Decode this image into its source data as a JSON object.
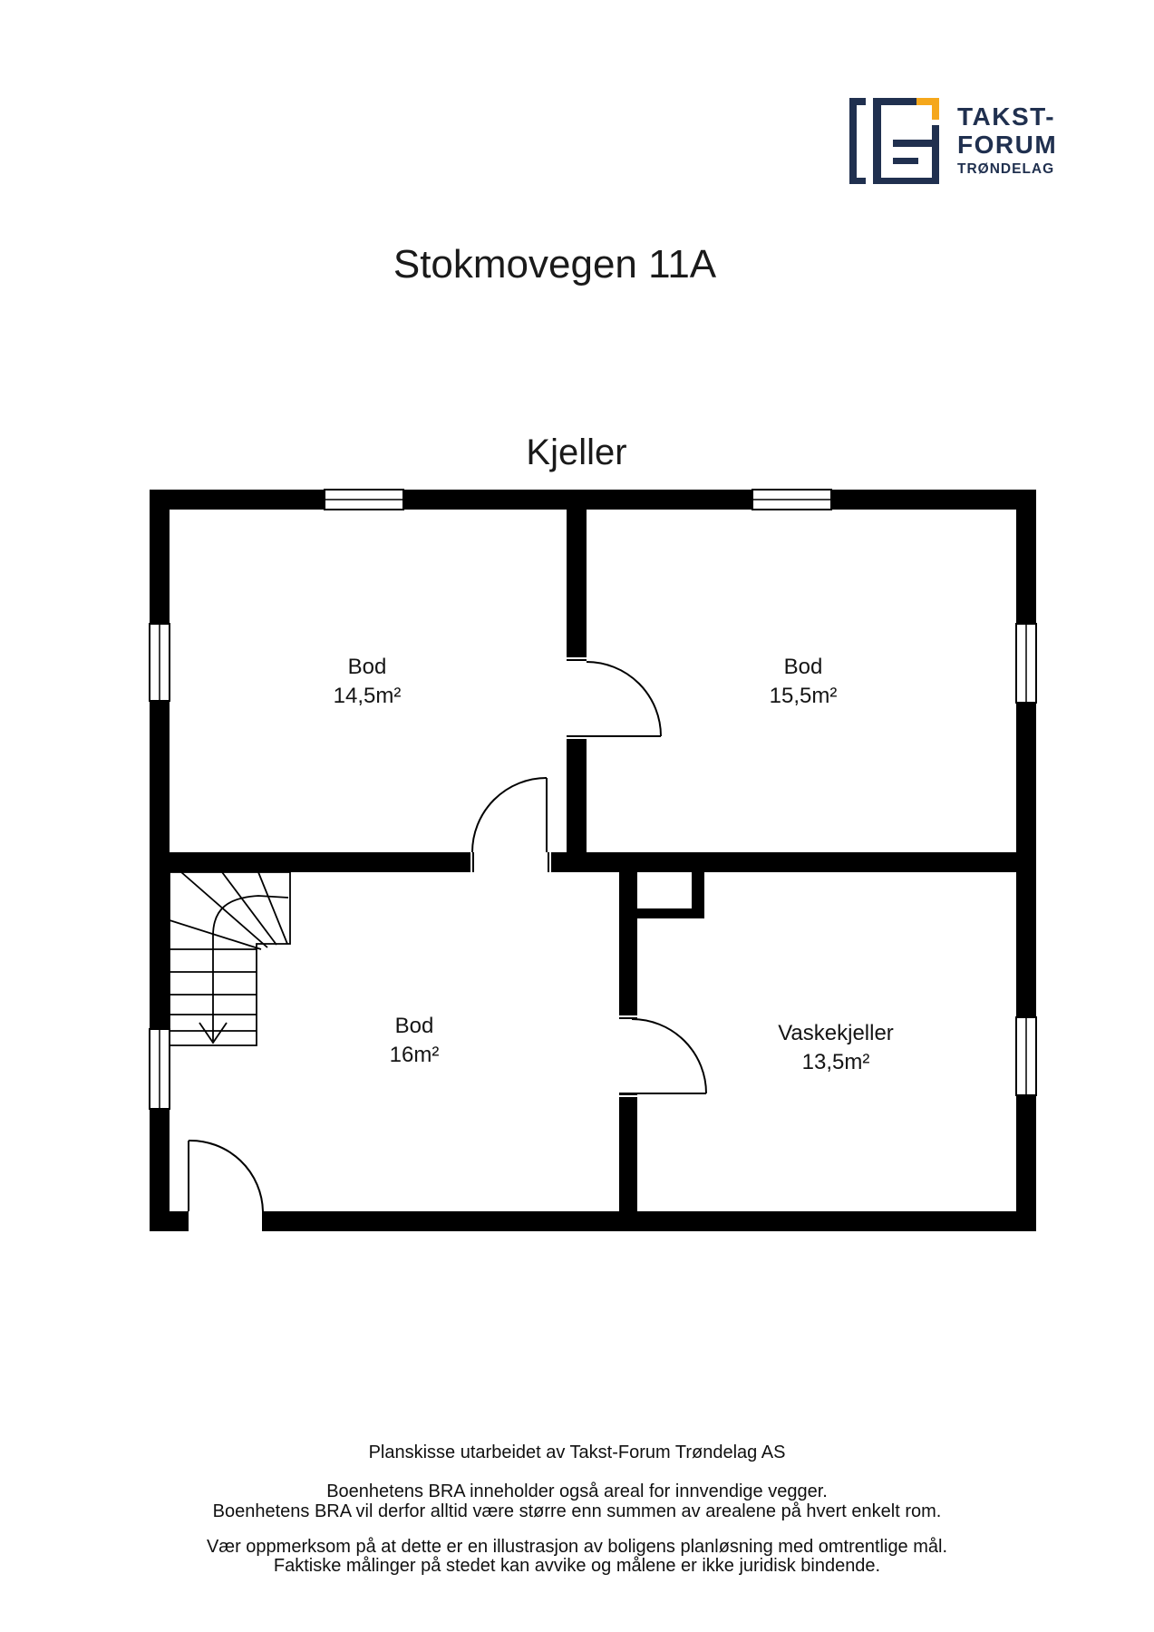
{
  "logo": {
    "line1": "TAKST-",
    "line2": "FORUM",
    "line3": "TRØNDELAG",
    "navy": "#20304f",
    "orange": "#f5a71b"
  },
  "title": "Stokmovegen 11A",
  "floor_label": "Kjeller",
  "plan": {
    "wall_color": "#000000",
    "rooms": [
      {
        "name": "Bod",
        "area": "14,5m²"
      },
      {
        "name": "Bod",
        "area": "15,5m²"
      },
      {
        "name": "Bod",
        "area": "16m²"
      },
      {
        "name": "Vaskekjeller",
        "area": "13,5m²"
      }
    ]
  },
  "footer": {
    "line1": "Planskisse utarbeidet av Takst-Forum Trøndelag AS",
    "line2": "Boenhetens BRA inneholder også areal for innvendige vegger.",
    "line3": "Boenhetens BRA vil derfor alltid være større enn summen av arealene på hvert enkelt rom.",
    "line4": "Vær oppmerksom på at dette er en illustrasjon av boligens planløsning med omtrentlige mål.",
    "line5": "Faktiske målinger på stedet kan avvike og målene er ikke juridisk bindende."
  }
}
